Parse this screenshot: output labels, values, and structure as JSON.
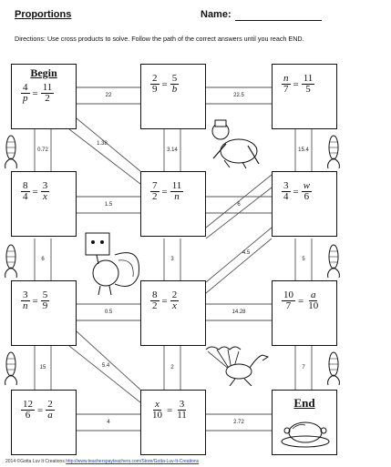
{
  "header": {
    "title": "Proportions",
    "name_label": "Name:",
    "directions": "Directions: Use cross products to solve. Follow the path of the correct answers until you reach END."
  },
  "boxes": {
    "begin": {
      "label": "Begin",
      "l_num": "4",
      "l_den": "p",
      "r_num": "11",
      "r_den": "2"
    },
    "b12": {
      "l_num": "2",
      "l_den": "9",
      "r_num": "5",
      "r_den": "b"
    },
    "b13": {
      "l_num": "n",
      "l_den": "7",
      "r_num": "11",
      "r_den": "5"
    },
    "b21": {
      "l_num": "8",
      "l_den": "4",
      "r_num": "3",
      "r_den": "x"
    },
    "b22": {
      "l_num": "7",
      "l_den": "2",
      "r_num": "11",
      "r_den": "n"
    },
    "b23": {
      "l_num": "3",
      "l_den": "4",
      "r_num": "w",
      "r_den": "6"
    },
    "b31": {
      "l_num": "3",
      "l_den": "n",
      "r_num": "5",
      "r_den": "9"
    },
    "b32": {
      "l_num": "8",
      "l_den": "2",
      "r_num": "2",
      "r_den": "x"
    },
    "b33": {
      "l_num": "10",
      "l_den": "7",
      "r_num": "a",
      "r_den": "10"
    },
    "b41": {
      "l_num": "12",
      "l_den": "6",
      "r_num": "2",
      "r_den": "a"
    },
    "b42": {
      "l_num": "x",
      "l_den": "10",
      "r_num": "3",
      "r_den": "11"
    },
    "end": {
      "label": "End"
    }
  },
  "paths": {
    "p1": "22",
    "p2": "22.5",
    "p3": "0.72",
    "p4": "1.38",
    "p5": "3.14",
    "p6": "15.4",
    "p7": "1.5",
    "p8": "6",
    "p9": "6",
    "p10": "3",
    "p11": "4.5",
    "p12": "5",
    "p13": "0.5",
    "p14": "14.28",
    "p15": "15",
    "p16": "5.4",
    "p17": "2",
    "p18": "7",
    "p19": "4",
    "p20": "2.72"
  },
  "clipart": [
    "corn-icon",
    "turkey-pilgrim-icon",
    "turkey-box-icon",
    "turkey-running-icon",
    "roast-turkey-icon"
  ],
  "footer": {
    "credit": "2014 ©Gotta Luv It Creations",
    "url": "http://www.teacherspayteachers.com/Store/Gotta-Luv-It-Creations"
  }
}
